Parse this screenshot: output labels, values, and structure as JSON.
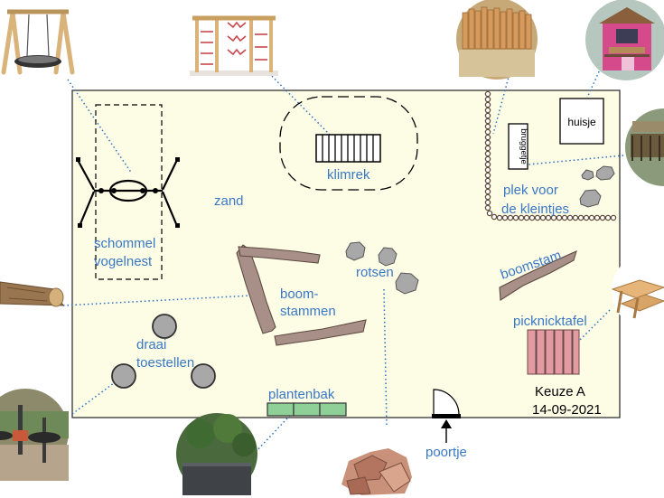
{
  "plan": {
    "colors": {
      "ground": "#fdfde6",
      "label": "#3a78c4",
      "leader": "#2a6fc0",
      "log": "#a89088",
      "rock": "#a8a8a8",
      "planter": "#8fcf98",
      "picnic_table": "#e39aa0",
      "fence_posts": "#8b6a55"
    },
    "labels": {
      "sand": "zand",
      "climbing_frame": "klimrek",
      "swing_line1": "schommel",
      "swing_line2": "vogelnest",
      "logs_line1": "boom-",
      "logs_line2": "stammen",
      "rocks": "rotsen",
      "spinners_line1": "draai",
      "spinners_line2": "toestellen",
      "planter": "plantenbak",
      "gate": "poortje",
      "toddler_line1": "plek voor",
      "toddler_line2": "de kleintjes",
      "tree_trunk": "boomstam",
      "picnic_table": "picknicktafel",
      "hut": "huisje",
      "bridge": "bruggetje"
    },
    "stamp": {
      "title": "Keuze A",
      "date": "14-09-2021"
    },
    "photos": [
      {
        "id": "swing",
        "icon": "bird-nest-swing-photo"
      },
      {
        "id": "climbing",
        "icon": "climbing-frame-photo"
      },
      {
        "id": "stumps",
        "icon": "log-stumps-photo"
      },
      {
        "id": "hut",
        "icon": "play-hut-photo"
      },
      {
        "id": "bridge",
        "icon": "wooden-bridge-photo"
      },
      {
        "id": "log",
        "icon": "tree-log-photo"
      },
      {
        "id": "picnic",
        "icon": "picnic-table-photo"
      },
      {
        "id": "spinners",
        "icon": "spinner-seats-photo"
      },
      {
        "id": "planter",
        "icon": "planter-box-photo"
      },
      {
        "id": "rocks",
        "icon": "rocks-photo"
      }
    ]
  }
}
